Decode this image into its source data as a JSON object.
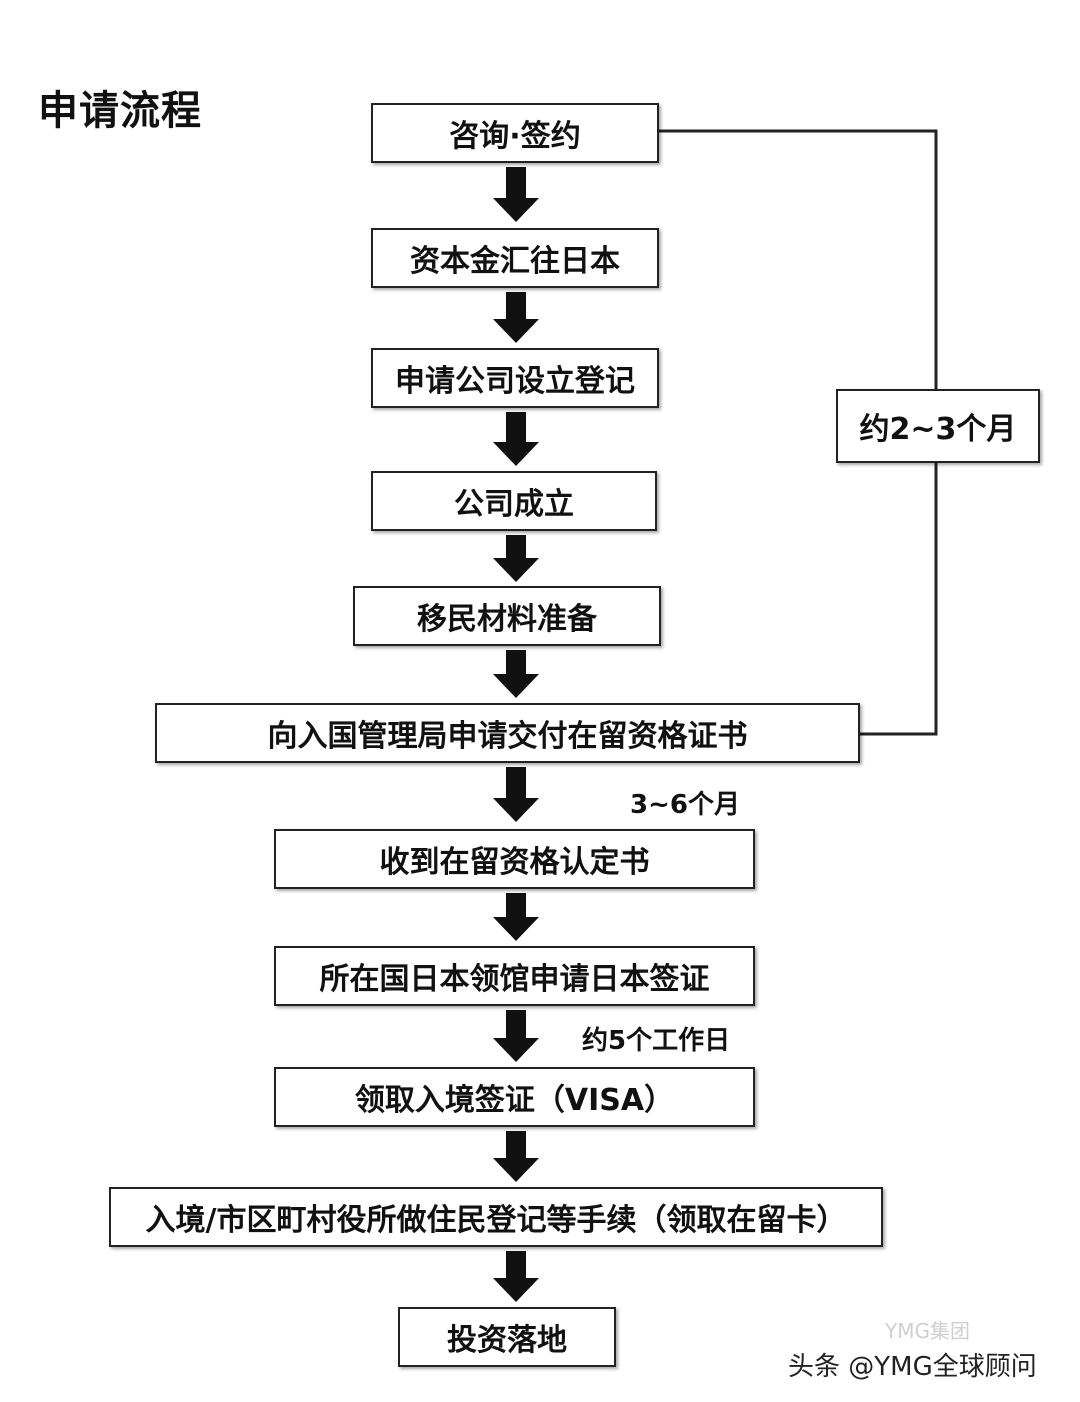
{
  "title": "申请流程",
  "steps": [
    "咨询·签约",
    "资本金汇往日本",
    "申请公司设立登记",
    "公司成立",
    "移民材料准备",
    "向入国管理局申请交付在留资格证书",
    "收到在留资格认定书",
    "所在国日本领馆申请日本签证",
    "领取入境签证（VISA）",
    "入境/市区町村役所做住民登记等手续（领取在留卡）",
    "投资落地"
  ],
  "side_note": "约2~3个月",
  "notes": {
    "after_application": "3~6个月",
    "after_visa_application": "约5个工作日"
  },
  "watermark": {
    "faint": "YMG集团",
    "main": "头条 @YMG全球顾问"
  }
}
